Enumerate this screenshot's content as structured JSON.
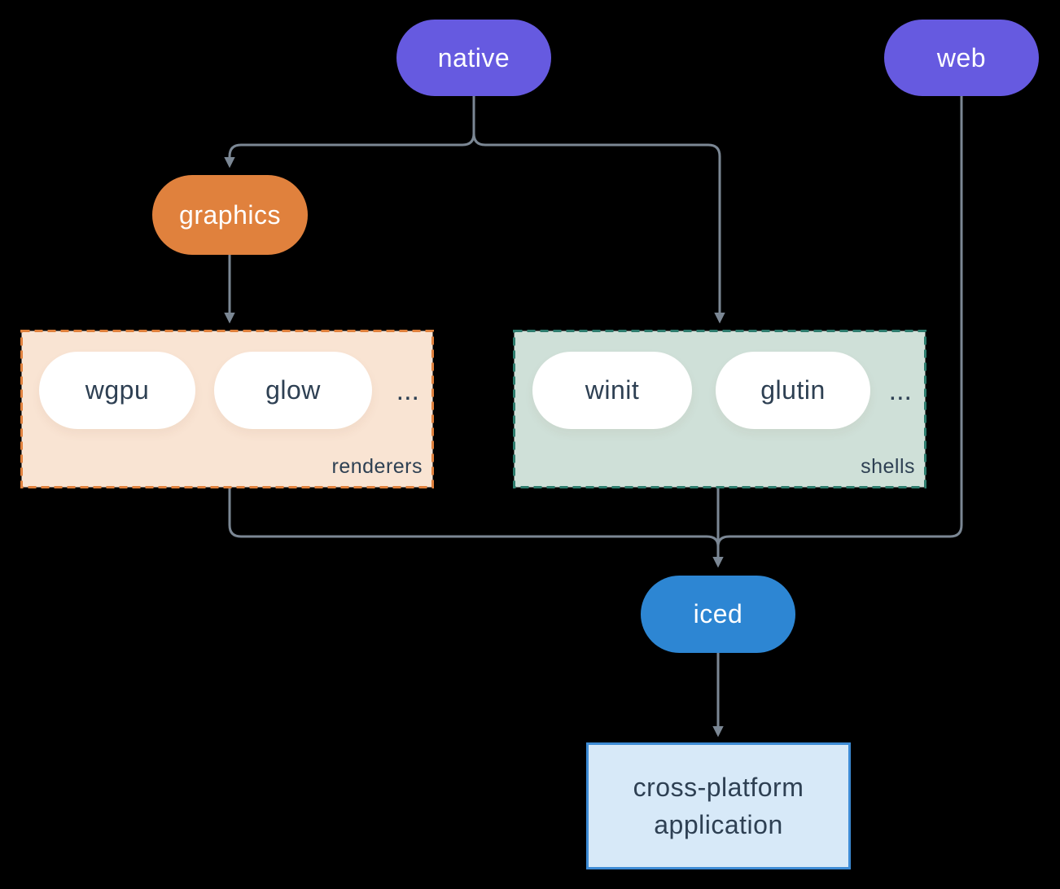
{
  "nodes": {
    "native": {
      "label": "native"
    },
    "web": {
      "label": "web"
    },
    "graphics": {
      "label": "graphics"
    },
    "iced": {
      "label": "iced"
    },
    "app": {
      "line1": "cross-platform",
      "line2": "application"
    }
  },
  "groups": {
    "renderers": {
      "label": "renderers",
      "ellipsis": "...",
      "items": [
        {
          "label": "wgpu"
        },
        {
          "label": "glow"
        }
      ]
    },
    "shells": {
      "label": "shells",
      "ellipsis": "...",
      "items": [
        {
          "label": "winit"
        },
        {
          "label": "glutin"
        }
      ]
    }
  },
  "colors": {
    "background": "#000000",
    "connector": "#7b8794",
    "purple_node": "#665ae0",
    "orange_node": "#e0813d",
    "blue_node": "#2d86d3",
    "renderers_bg": "#f9e4d3",
    "renderers_border": "#e0813d",
    "shells_bg": "#cfe0d8",
    "shells_border": "#2e7d6e",
    "app_bg": "#d7e9f8",
    "app_border": "#3d8bd5",
    "dark_text": "#2e4053",
    "white_text": "#ffffff"
  }
}
